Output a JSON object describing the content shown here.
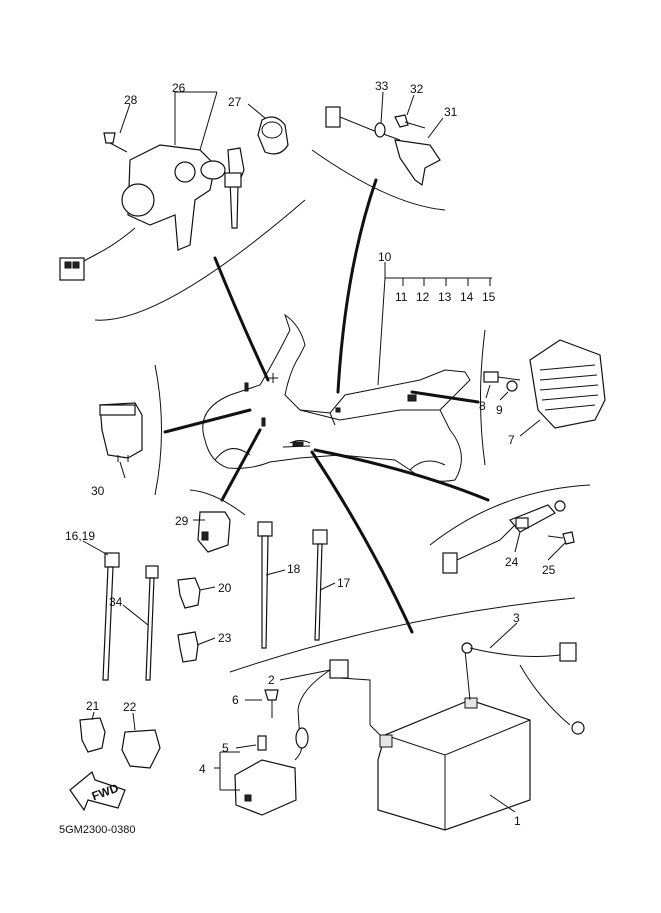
{
  "diagram": {
    "doc_code": "5GM2300-0380",
    "fwd_label": "FWD",
    "callouts": {
      "c1": "1",
      "c2": "2",
      "c3": "3",
      "c4": "4",
      "c5": "5",
      "c6": "6",
      "c7": "7",
      "c8": "8",
      "c9": "9",
      "c10": "10",
      "c11": "11",
      "c12": "12",
      "c13": "13",
      "c14": "14",
      "c15": "15",
      "c16_19": "16,19",
      "c17": "17",
      "c18": "18",
      "c20": "20",
      "c21": "21",
      "c22": "22",
      "c23": "23",
      "c24": "24",
      "c25": "25",
      "c26": "26",
      "c27": "27",
      "c28": "28",
      "c29": "29",
      "c30": "30",
      "c31": "31",
      "c32": "32",
      "c33": "33",
      "c34": "34"
    }
  }
}
